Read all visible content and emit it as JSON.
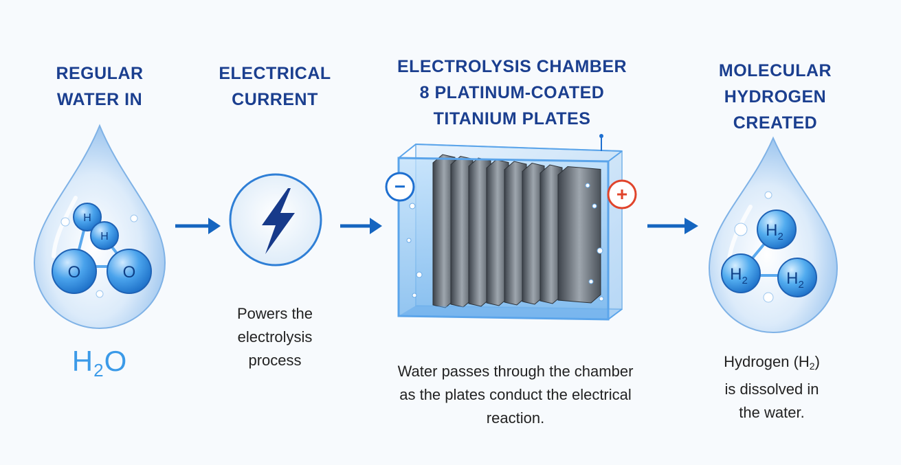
{
  "steps": [
    {
      "id": "water-in",
      "title_lines": [
        "REGULAR",
        "WATER IN"
      ]
    },
    {
      "id": "current",
      "title_lines": [
        "ELECTRICAL",
        "CURRENT"
      ],
      "description_lines": [
        "Powers the",
        "electrolysis",
        "process"
      ]
    },
    {
      "id": "chamber",
      "title_lines": [
        "ELECTROLYSIS CHAMBER",
        "8 PLATINUM-COATED",
        "TITANIUM PLATES"
      ],
      "description_lines": [
        "Water passes through the chamber",
        "as the plates conduct the electrical",
        "reaction."
      ]
    },
    {
      "id": "hydrogen",
      "title_lines": [
        "MOLECULAR",
        "HYDROGEN",
        "CREATED"
      ],
      "description": {
        "line1_prefix": "Hydrogen (H",
        "line1_sub": "2",
        "line1_suffix": ")",
        "line2": "is dissolved in",
        "line3": "the water."
      }
    }
  ],
  "water_drop": {
    "caption_main": "H",
    "caption_sub": "2",
    "caption_end": "O",
    "atoms": [
      "H",
      "H",
      "O",
      "O"
    ]
  },
  "hydrogen_drop": {
    "molecules": [
      {
        "main": "H",
        "sub": "2"
      },
      {
        "main": "H",
        "sub": "2"
      },
      {
        "main": "H",
        "sub": "2"
      }
    ]
  },
  "chamber": {
    "plate_count": 8,
    "negative_symbol": "−",
    "positive_symbol": "+"
  },
  "colors": {
    "heading": "#1b3f8f",
    "arrow": "#1565c0",
    "bolt": "#173a8a",
    "caption": "#3b9ae8",
    "positive": "#e0442b",
    "negative": "#1e6fd0"
  },
  "icons": [
    "water-drop-icon",
    "arrow-right-icon",
    "lightning-bolt-icon",
    "electrolysis-chamber-icon",
    "hydrogen-drop-icon"
  ]
}
